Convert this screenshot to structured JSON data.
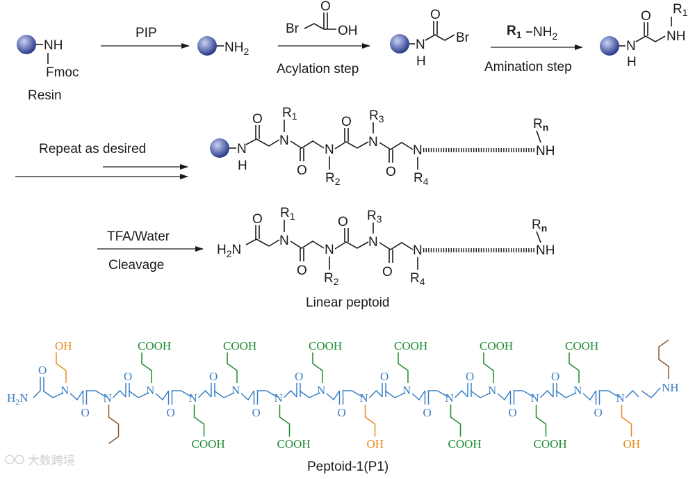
{
  "colors": {
    "backbone": "#3b7fc4",
    "acid": "#1b8a2f",
    "hydroxyl": "#e8891a",
    "alkyl": "#8a5a2b",
    "bead_dark": "#2a3a8a",
    "bead_light": "#c9d2f5"
  },
  "row1": {
    "resin_nh": "NH",
    "resin_fmoc": "Fmoc",
    "resin_label": "Resin",
    "step1_reagent": "PIP",
    "product1_nh2": "NH",
    "product1_nh2_sub": "2",
    "step2_reagent_br": "Br",
    "step2_reagent_o": "O",
    "step2_reagent_oh": "OH",
    "step2_label": "Acylation step",
    "product2_n": "N",
    "product2_h": "H",
    "product2_o": "O",
    "product2_br": "Br",
    "step3_reagent_r": "R",
    "step3_reagent_r_sub": "1",
    "step3_reagent_nh2": "NH",
    "step3_reagent_nh2_sub": "2",
    "step3_label": "Amination step",
    "product3_n": "N",
    "product3_h": "H",
    "product3_o": "O",
    "product3_nh": "NH",
    "product3_r": "R",
    "product3_r_sub": "1"
  },
  "row2": {
    "label": "Repeat as desired",
    "n": "N",
    "h": "H",
    "o": "O",
    "nh": "NH",
    "r": "R",
    "r1": "1",
    "r2": "2",
    "r3": "3",
    "r4": "4",
    "rn": "n"
  },
  "row3": {
    "reagent": "TFA/Water",
    "label": "Cleavage",
    "h2n": "H",
    "h2n_sub": "2",
    "h2n_n": "N",
    "caption": "Linear peptoid"
  },
  "row4": {
    "h2n": "H",
    "h2n_sub": "2",
    "h2n_n": "N",
    "n": "N",
    "o": "O",
    "nh": "NH",
    "cooh": "COOH",
    "oh": "OH",
    "caption": "Peptoid-1(P1)"
  },
  "watermark": "大数跨境"
}
